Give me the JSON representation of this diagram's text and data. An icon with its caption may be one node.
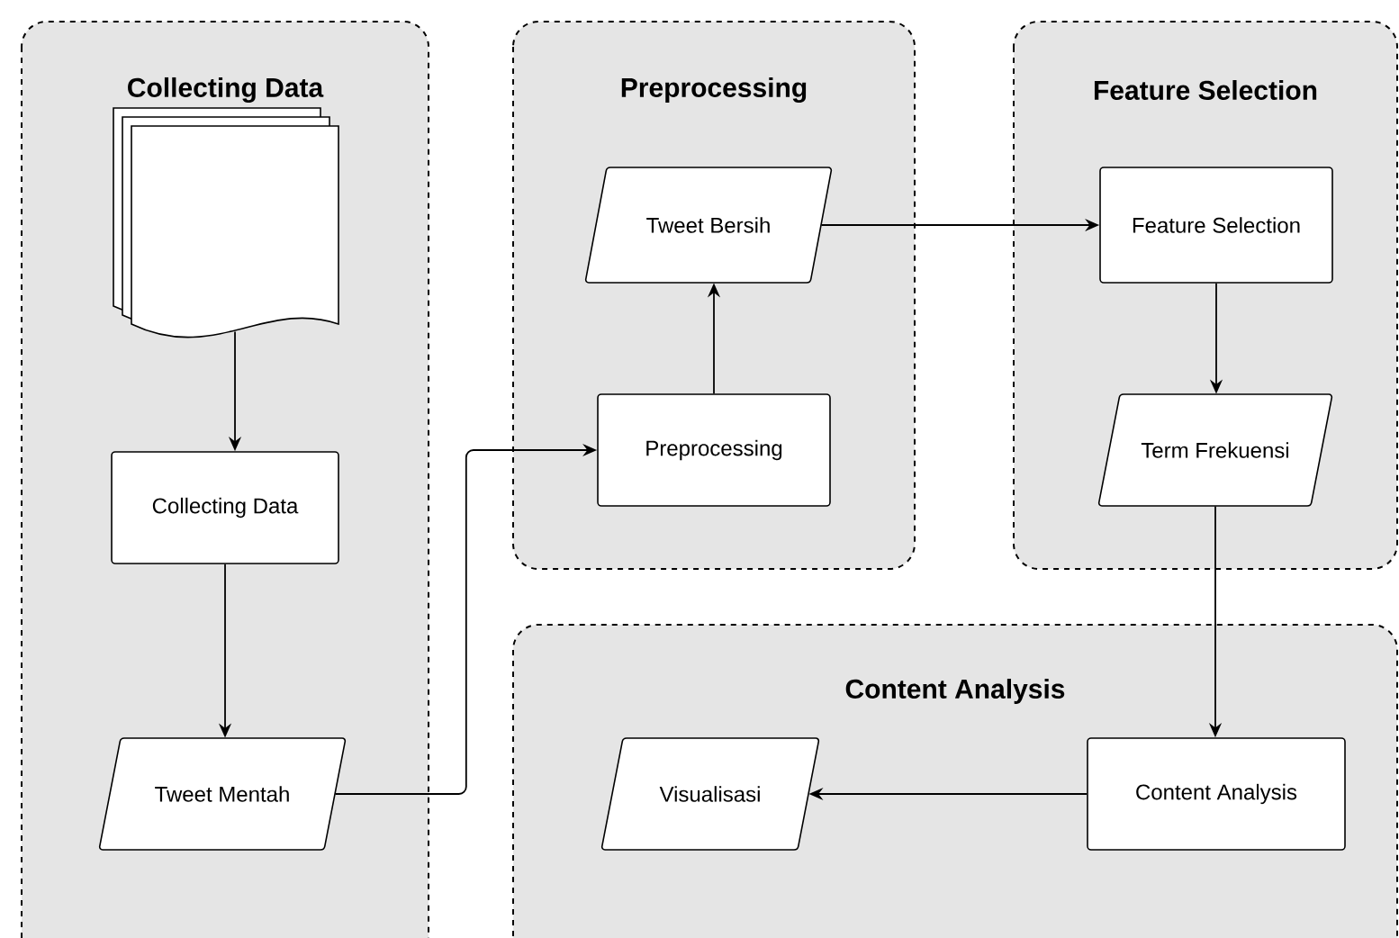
{
  "diagram": {
    "nodes": [
      {
        "text": [
          "Collecting Data"
        ]
      },
      {
        "text": [],
        "shape": "document",
        "in": 0
      },
      {
        "text": [
          "Collecting Data"
        ],
        "in": 0
      },
      {
        "text": [
          "Tweet Mentah"
        ],
        "in": 0
      },
      {
        "text": [
          "Preprocessing"
        ]
      },
      {
        "text": [
          "Tweet Bersih"
        ],
        "in": 4
      },
      {
        "text": [
          "Preprocessing"
        ],
        "in": 4
      },
      {
        "text": [
          "Feature Selection"
        ]
      },
      {
        "text": [
          "Feature Selection"
        ],
        "in": 7
      },
      {
        "text": [
          "Term Frekuensi"
        ],
        "in": 7
      },
      {
        "text": [
          "Content Analysis"
        ]
      },
      {
        "text": [
          "Content Analysis"
        ],
        "in": 10
      },
      {
        "text": [
          "Visualisasi"
        ],
        "in": 10
      }
    ],
    "edges": [
      {
        "from": 1,
        "to": 2,
        "arrow": "to"
      },
      {
        "from": 2,
        "to": 3,
        "arrow": "to"
      },
      {
        "from": 3,
        "to": 6,
        "arrow": "to"
      },
      {
        "from": 6,
        "to": 5,
        "arrow": "to"
      },
      {
        "from": 5,
        "to": 8,
        "arrow": "to"
      },
      {
        "from": 8,
        "to": 9,
        "arrow": "to"
      },
      {
        "from": 9,
        "to": 11,
        "arrow": "to"
      },
      {
        "from": 11,
        "to": 12,
        "arrow": "to"
      }
    ]
  }
}
